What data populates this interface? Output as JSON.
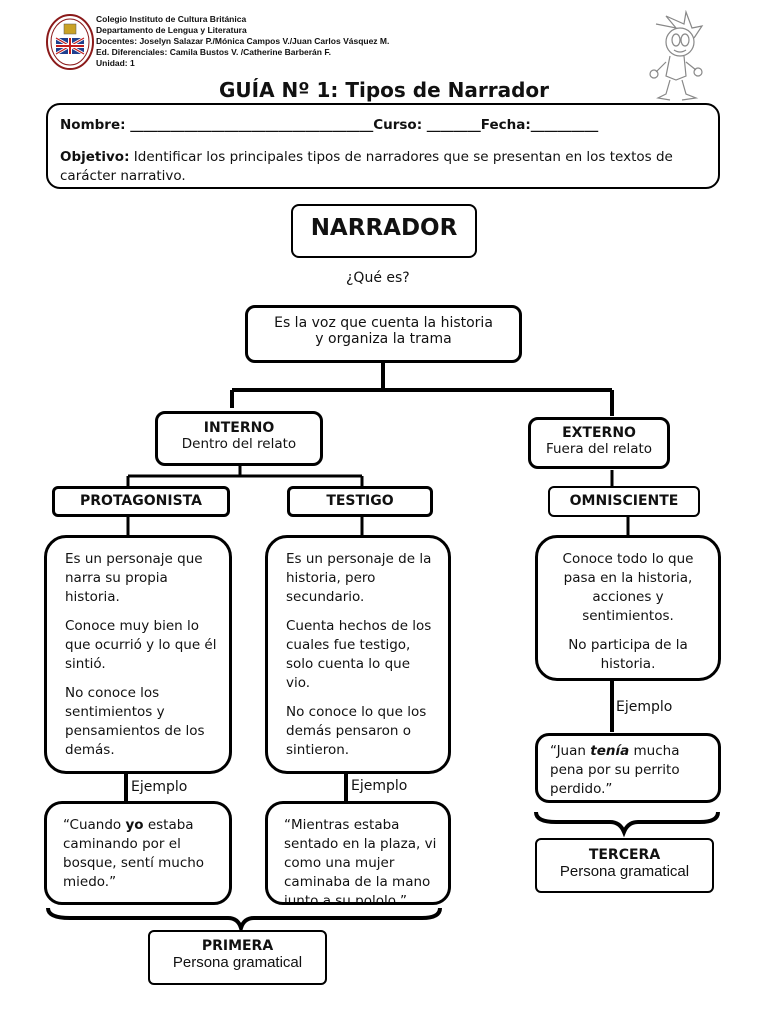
{
  "header": {
    "school_lines": [
      "Colegio Instituto de Cultura Británica",
      "Departamento de Lengua y Literatura",
      "Docentes: Joselyn Salazar P./Mónica Campos V./Juan Carlos Vásquez M.",
      "Ed. Diferenciales: Camila Bustos V. /Catherine Barberán F.",
      "Unidad: 1"
    ],
    "title": "GUÍA Nº 1: Tipos de Narrador"
  },
  "info": {
    "line1": "Nombre: ____________________________________Curso: ________Fecha:__________",
    "objective_label": "Objetivo:",
    "objective_text": " Identificar los principales tipos de narradores que se presentan en los textos de carácter narrativo."
  },
  "map": {
    "root": "NARRADOR",
    "question": "¿Qué es?",
    "definition_1": "Es la voz que cuenta la historia",
    "definition_2": "y organiza la trama",
    "interno_title": "INTERNO",
    "interno_sub": "Dentro del relato",
    "externo_title": "EXTERNO",
    "externo_sub": "Fuera del relato",
    "protagonista": "PROTAGONISTA",
    "testigo": "TESTIGO",
    "omnisciente": "OMNISCIENTE",
    "protagonista_desc": [
      "Es un personaje que narra su propia historia.",
      "Conoce muy bien lo que ocurrió y lo que él sintió.",
      "No conoce los sentimientos y pensamientos de los demás."
    ],
    "testigo_desc": [
      "Es un personaje de la historia, pero secundario.",
      "Cuenta hechos de los cuales fue testigo, solo cuenta lo que vio.",
      "No conoce lo que los demás pensaron o sintieron."
    ],
    "omnisciente_desc": [
      "Conoce todo lo que pasa en la historia, acciones y sentimientos.",
      "No participa de la historia."
    ],
    "ejemplo_label": "Ejemplo",
    "protagonista_example": {
      "pre": "“Cuando ",
      "em": "yo",
      "post": " estaba caminando por el bosque, sentí mucho miedo.”"
    },
    "testigo_example": "“Mientras estaba sentado en la plaza, vi como una mujer caminaba de la mano junto a su pololo.”",
    "omnisciente_example": {
      "pre": "“Juan ",
      "em": "tenía",
      "post": " mucha pena por su perrito perdido.”"
    },
    "primera": "PRIMERA",
    "tercera": "TERCERA",
    "persona_gramatical": "Persona gramatical"
  }
}
